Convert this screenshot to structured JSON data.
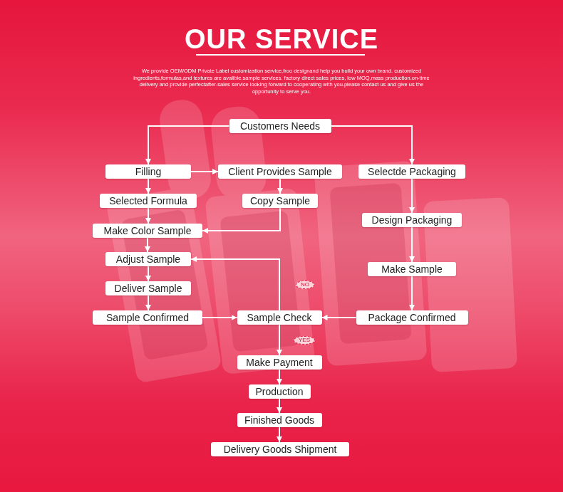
{
  "diagram": {
    "title": "OUR SERVICE",
    "nodes": [
      {
        "text": [
          "Customers Needs"
        ]
      },
      {
        "text": [
          "Filling"
        ]
      },
      {
        "text": [
          "Client Provides Sample"
        ]
      },
      {
        "text": [
          "Selectde Packaging"
        ]
      },
      {
        "text": [
          "Selected Formula"
        ]
      },
      {
        "text": [
          "Copy Sample"
        ]
      },
      {
        "text": [
          "Make Color Sample"
        ]
      },
      {
        "text": [
          "Design Packaging"
        ]
      },
      {
        "text": [
          "Adjust Sample"
        ]
      },
      {
        "text": [
          "Make Sample"
        ]
      },
      {
        "text": [
          "Deliver Sample"
        ]
      },
      {
        "text": [
          "Sample Confirmed"
        ]
      },
      {
        "text": [
          "Sample Check"
        ]
      },
      {
        "text": [
          "Package Confirmed"
        ]
      },
      {
        "text": [
          "Make Payment"
        ]
      },
      {
        "text": [
          "Production"
        ]
      },
      {
        "text": [
          "Finished Goods"
        ]
      },
      {
        "text": [
          "Delivery Goods Shipment"
        ]
      }
    ],
    "edges": [
      {
        "from": 0,
        "to": 1,
        "arrow": "to"
      },
      {
        "from": 0,
        "to": 3,
        "arrow": "to"
      },
      {
        "from": 1,
        "to": 2,
        "arrow": "to"
      },
      {
        "from": 1,
        "to": 4,
        "arrow": "to"
      },
      {
        "from": 2,
        "to": 5,
        "arrow": "to"
      },
      {
        "from": 4,
        "to": 6,
        "arrow": "to"
      },
      {
        "from": 5,
        "to": 6,
        "arrow": "to"
      },
      {
        "from": 6,
        "to": 8,
        "arrow": "to"
      },
      {
        "from": 8,
        "to": 10,
        "arrow": "to"
      },
      {
        "from": 10,
        "to": 11,
        "arrow": "to"
      },
      {
        "from": 11,
        "to": 12,
        "arrow": "to"
      },
      {
        "from": 12,
        "to": 8,
        "label": "NO",
        "arrow": "to"
      },
      {
        "from": 3,
        "to": 7,
        "arrow": "to"
      },
      {
        "from": 7,
        "to": 9,
        "arrow": "to"
      },
      {
        "from": 9,
        "to": 13,
        "arrow": "to"
      },
      {
        "from": 13,
        "to": 12,
        "arrow": "to"
      },
      {
        "from": 12,
        "to": 14,
        "label": "YES",
        "arrow": "to"
      },
      {
        "from": 14,
        "to": 15,
        "arrow": "to"
      },
      {
        "from": 15,
        "to": 16,
        "arrow": "to"
      },
      {
        "from": 16,
        "to": 17,
        "arrow": "to"
      }
    ],
    "labels": [
      "We provide OEM/ODM Private Label customization service,froo designand help you build your own brand. customized ingredients,formulas,and textures are avalible.sample services. factory direct sales prices, low MOQ,mass production.on-time delivery and provide perfectafter-sales service looking forward to cooperating with you.please contact us and give us the opportunity to serve you."
    ]
  }
}
